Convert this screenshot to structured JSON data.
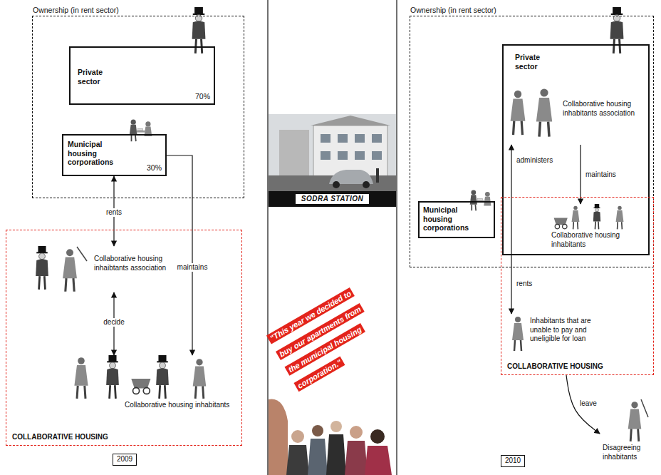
{
  "diagram": {
    "nodes": [
      {
        "text": [
          "Ownership (in rent sector)"
        ]
      },
      {
        "text": [
          "Private sector",
          "70%"
        ],
        "in": 0
      },
      {
        "text": [
          "Municipal housing corporations",
          "30%"
        ],
        "in": 0
      },
      {
        "text": [
          "COLLABORATIVE HOUSING"
        ]
      },
      {
        "text": [
          "Collaborative housing inhaibtants association"
        ],
        "in": 3
      },
      {
        "text": [
          "Collaborative housing inhabitants"
        ],
        "in": 3
      },
      {
        "text": [
          "2009"
        ]
      },
      {
        "text": [
          "SODRA STATION"
        ]
      },
      {
        "text": [
          "\"This year we decided to buy our apartments from the municipal housing corporation.\""
        ]
      },
      {
        "text": [
          "Ownership (in rent sector)"
        ]
      },
      {
        "text": [
          "Private sector"
        ],
        "in": 9
      },
      {
        "text": [
          "Collaborative housing inhabitants association"
        ],
        "in": 10
      },
      {
        "text": [
          "Municipal housing corporations"
        ],
        "in": 9
      },
      {
        "text": [
          "COLLABORATIVE HOUSING"
        ]
      },
      {
        "text": [
          "Collaborative housing inhabitants"
        ],
        "in": 10
      },
      {
        "text": [
          "Inhabitants that are unable to pay and uneligible for loan"
        ],
        "in": 13
      },
      {
        "text": [
          "Disagreeing inhabitants"
        ]
      },
      {
        "text": [
          "2010"
        ]
      }
    ],
    "edges": [
      {
        "from": 2,
        "to": 4,
        "label": "rents",
        "arrow": "both"
      },
      {
        "from": 4,
        "to": 5,
        "label": "decide",
        "arrow": "both"
      },
      {
        "from": 2,
        "to": 5,
        "label": "maintains",
        "arrow": "to"
      },
      {
        "from": 11,
        "to": 14,
        "label": "maintains",
        "arrow": "to"
      },
      {
        "from": 11,
        "to": 15,
        "label": "administers",
        "arrow": "both"
      },
      {
        "from": 13,
        "to": 16,
        "label": "leave",
        "arrow": "to"
      }
    ],
    "labels": [
      "rents"
    ]
  }
}
